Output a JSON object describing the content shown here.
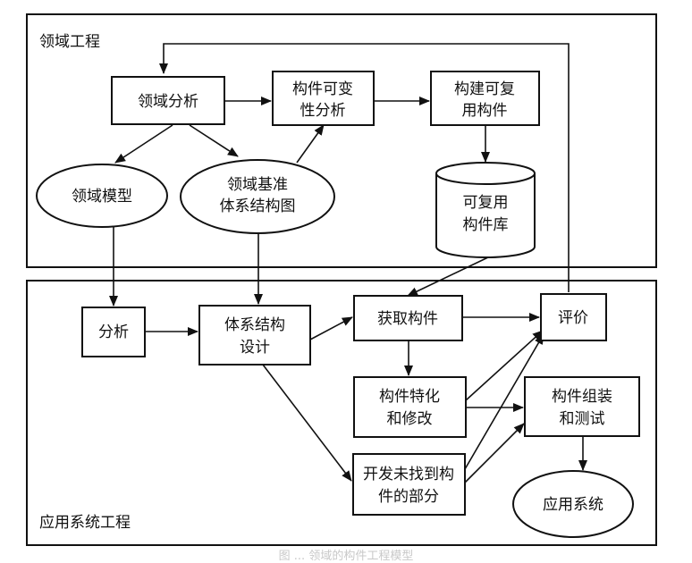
{
  "frames": {
    "domain": {
      "title": "领域工程"
    },
    "application": {
      "title": "应用系统工程"
    }
  },
  "nodes": {
    "domain_analysis": [
      "领域分析"
    ],
    "variability_analysis": [
      "构件可变",
      "性分析"
    ],
    "build_reusable": [
      "构建可复",
      "用构件"
    ],
    "domain_model": [
      "领域模型"
    ],
    "reference_architecture": [
      "领域基准",
      "体系结构图"
    ],
    "reusable_repo": [
      "可复用",
      "构件库"
    ],
    "analysis": [
      "分析"
    ],
    "architecture_design": [
      "体系结构",
      "设计"
    ],
    "acquire": [
      "获取构件"
    ],
    "evaluate": [
      "评价"
    ],
    "specialize": [
      "构件特化",
      "和修改"
    ],
    "assemble": [
      "构件组装",
      "和测试"
    ],
    "develop_missing": [
      "开发未找到构",
      "件的部分"
    ],
    "application_system": [
      "应用系统"
    ]
  },
  "caption": "图 ... 领域的构件工程模型"
}
